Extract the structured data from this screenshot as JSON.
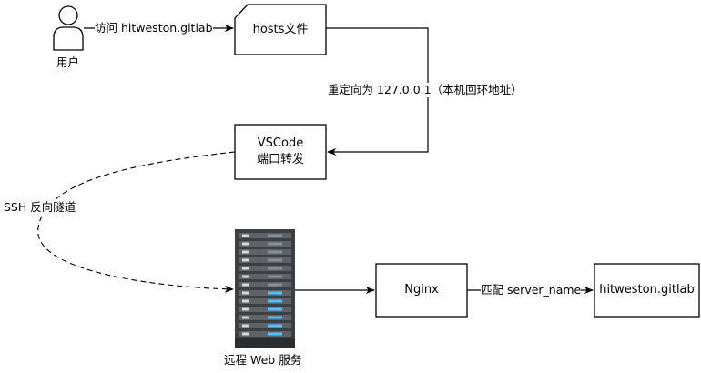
{
  "nodes": {
    "user": {
      "label": "用户",
      "icon": "user-icon"
    },
    "hosts": {
      "label": "hosts文件",
      "icon": "document-icon"
    },
    "vscode": {
      "line1": "VSCode",
      "line2": "端口转发"
    },
    "server": {
      "label": "远程 Web 服务",
      "icon": "server-rack-icon"
    },
    "nginx": {
      "label": "Nginx"
    },
    "target": {
      "label": "hitweston.gitlab"
    }
  },
  "edges": {
    "visit": "访问 hitweston.gitlab",
    "redirect": "重定向为 127.0.0.1（本机回环地址）",
    "ssh": "SSH 反向隧道",
    "match": "匹配 server_name"
  },
  "colors": {
    "stroke": "#000000",
    "rack_dark": "#3c4043",
    "rack_slot": "#5f6368",
    "led_light": "#d9d9d9",
    "led_cyan": "#4fc3f7"
  }
}
